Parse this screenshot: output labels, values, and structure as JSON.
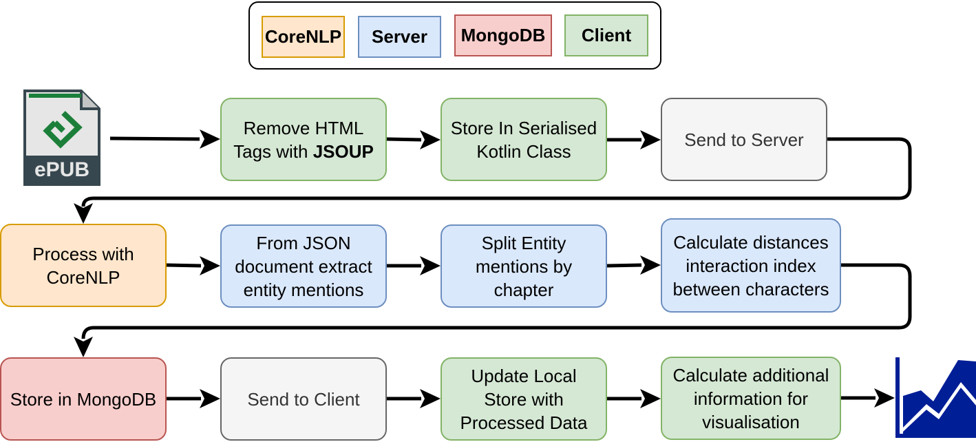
{
  "legend": {
    "corenlp": "CoreNLP",
    "server": "Server",
    "mongodb": "MongoDB",
    "client": "Client"
  },
  "epub_icon": {
    "label": "ePUB",
    "icon": "epub-file-icon"
  },
  "chart_icon": {
    "icon": "line-chart-icon",
    "color": "#001e96"
  },
  "colors": {
    "client": "#d5e8d4",
    "server": "#dae8fc",
    "corenlp": "#ffe6cc",
    "mongodb": "#f8cecc",
    "neutral": "#f5f5f5"
  },
  "row1": {
    "remove_html": {
      "line1": "Remove HTML",
      "line2_prefix": "Tags with ",
      "line2_bold": "JSOUP"
    },
    "store_serialised": {
      "line1": "Store In Serialised",
      "line2": "Kotlin Class"
    },
    "send_server": {
      "line1": "Send to Server"
    }
  },
  "row2": {
    "process_corenlp": {
      "line1": "Process with",
      "line2": "CoreNLP"
    },
    "extract_mentions": {
      "line1": "From JSON",
      "line2": "document extract",
      "line3": "entity mentions"
    },
    "split_mentions": {
      "line1": "Split Entity",
      "line2": "mentions by",
      "line3": "chapter"
    },
    "calculate_distances": {
      "line1": "Calculate distances",
      "line2": "interaction index",
      "line3": "between characters"
    }
  },
  "row3": {
    "store_mongodb": {
      "line1": "Store in MongoDB"
    },
    "send_client": {
      "line1": "Send to Client"
    },
    "update_local": {
      "line1": "Update Local",
      "line2": "Store with",
      "line3": "Processed Data"
    },
    "calculate_additional": {
      "line1": "Calculate additional",
      "line2": "information for",
      "line3": "visualisation"
    }
  }
}
